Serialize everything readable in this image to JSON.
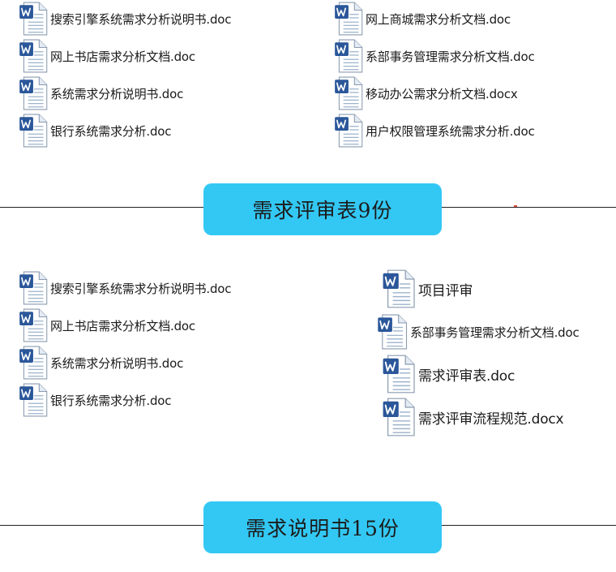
{
  "section1": {
    "files_left": [
      "搜索引擎系统需求分析说明书.doc",
      "网上书店需求分析文档.doc",
      "系统需求分析说明书.doc",
      "银行系统需求分析.doc"
    ],
    "files_right": [
      "网上商城需求分析文档.doc",
      "系部事务管理需求分析文档.doc",
      "移动办公需求分析文档.docx",
      "用户权限管理系统需求分析.doc"
    ]
  },
  "banner1": {
    "label": "需求评审表9份"
  },
  "section2": {
    "files_left": [
      "搜索引擎系统需求分析说明书.doc",
      "网上书店需求分析文档.doc",
      "系统需求分析说明书.doc",
      "银行系统需求分析.doc"
    ],
    "files_right": [
      "项目评审",
      "系部事务管理需求分析文档.doc",
      "需求评审表.doc",
      "需求评审流程规范.docx"
    ]
  },
  "banner2": {
    "label": "需求说明书15份"
  },
  "icons": {
    "file": "word-document-icon"
  },
  "colors": {
    "banner": "#33c8f4",
    "word_blue": "#2b579a"
  }
}
